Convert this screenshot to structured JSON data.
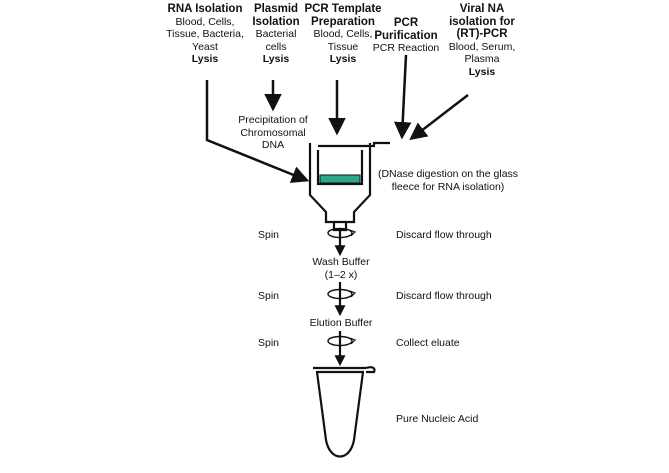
{
  "sources": {
    "rna": {
      "title": "RNA Isolation",
      "lines": [
        "Blood, Cells,",
        "Tissue, Bacteria,",
        "Yeast"
      ],
      "lysis": "Lysis"
    },
    "plasmid": {
      "title_lines": [
        "Plasmid",
        "Isolation"
      ],
      "lines": [
        "Bacterial",
        "cells"
      ],
      "lysis": "Lysis"
    },
    "pcr_template": {
      "title_lines": [
        "PCR Template",
        "Preparation"
      ],
      "lines": [
        "Blood, Cells,",
        "Tissue"
      ],
      "lysis": "Lysis"
    },
    "pcr_purification": {
      "title_lines": [
        "PCR",
        "Purification"
      ],
      "lines": [
        "PCR Reaction"
      ]
    },
    "viral": {
      "title_lines": [
        "Viral NA",
        "isolation for",
        "(RT)-PCR"
      ],
      "lines": [
        "Blood, Serum,",
        "Plasma"
      ],
      "lysis": "Lysis"
    }
  },
  "precipitation": [
    "Precipitation of",
    "Chromosomal",
    "DNA"
  ],
  "dnase_note": [
    "(DNase digestion on the glass",
    "fleece for RNA isolation)"
  ],
  "steps": {
    "spin1": "Spin",
    "discard1": "Discard flow through",
    "wash_buffer": [
      "Wash Buffer",
      "(1–2 x)"
    ],
    "spin2": "Spin",
    "discard2": "Discard flow through",
    "elution_buffer": "Elution Buffer",
    "spin3": "Spin",
    "collect": "Collect eluate",
    "result": "Pure Nucleic Acid"
  },
  "colors": {
    "ink": "#111111",
    "glass_fleece": "#2aa88c"
  }
}
